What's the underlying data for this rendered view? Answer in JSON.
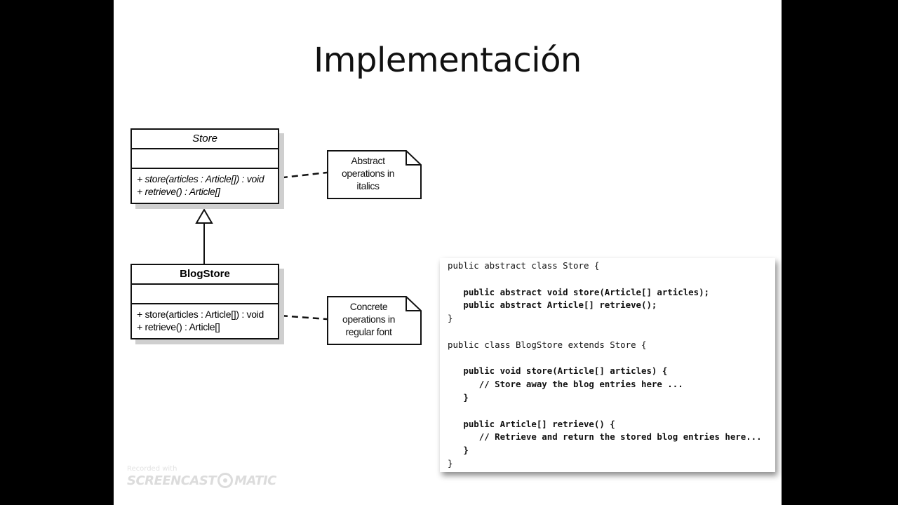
{
  "slide": {
    "title": "Implementación"
  },
  "diagram": {
    "store_class": {
      "name": "Store",
      "operations": [
        "+ store(articles : Article[]) : void",
        "+ retrieve() : Article[]"
      ]
    },
    "blogstore_class": {
      "name": "BlogStore",
      "operations": [
        "+ store(articles : Article[]) : void",
        "+ retrieve() : Article[]"
      ]
    },
    "note_abstract": [
      "Abstract",
      "operations in",
      "italics"
    ],
    "note_concrete": [
      "Concrete",
      "operations in",
      "regular font"
    ]
  },
  "code": {
    "lines": [
      "public abstract class Store {",
      "",
      "   public abstract void store(Article[] articles);",
      "   public abstract Article[] retrieve();",
      "}",
      "",
      "public class BlogStore extends Store {",
      "",
      "   public void store(Article[] articles) {",
      "      // Store away the blog entries here ...",
      "   }",
      "",
      "   public Article[] retrieve() {",
      "      // Retrieve and return the stored blog entries here...",
      "   }",
      "}"
    ]
  },
  "watermark": {
    "recorded_with": "Recorded with",
    "brand_left": "SCREENCAST",
    "brand_right": "MATIC"
  }
}
